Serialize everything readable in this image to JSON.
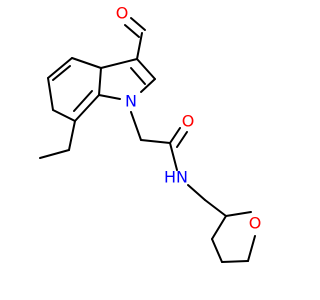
{
  "structure": {
    "atoms": [
      {
        "id": "o_ald",
        "symbol": "O",
        "color": "#ff0000"
      },
      {
        "id": "n_ind",
        "symbol": "N",
        "color": "#0000ff"
      },
      {
        "id": "o_amide",
        "symbol": "O",
        "color": "#ff0000"
      },
      {
        "id": "n_amide",
        "symbol": "N",
        "color": "#0000ff"
      },
      {
        "id": "h_amide",
        "symbol": "H",
        "color": "#0000ff"
      },
      {
        "id": "o_ring",
        "symbol": "O",
        "color": "#ff0000"
      }
    ]
  }
}
